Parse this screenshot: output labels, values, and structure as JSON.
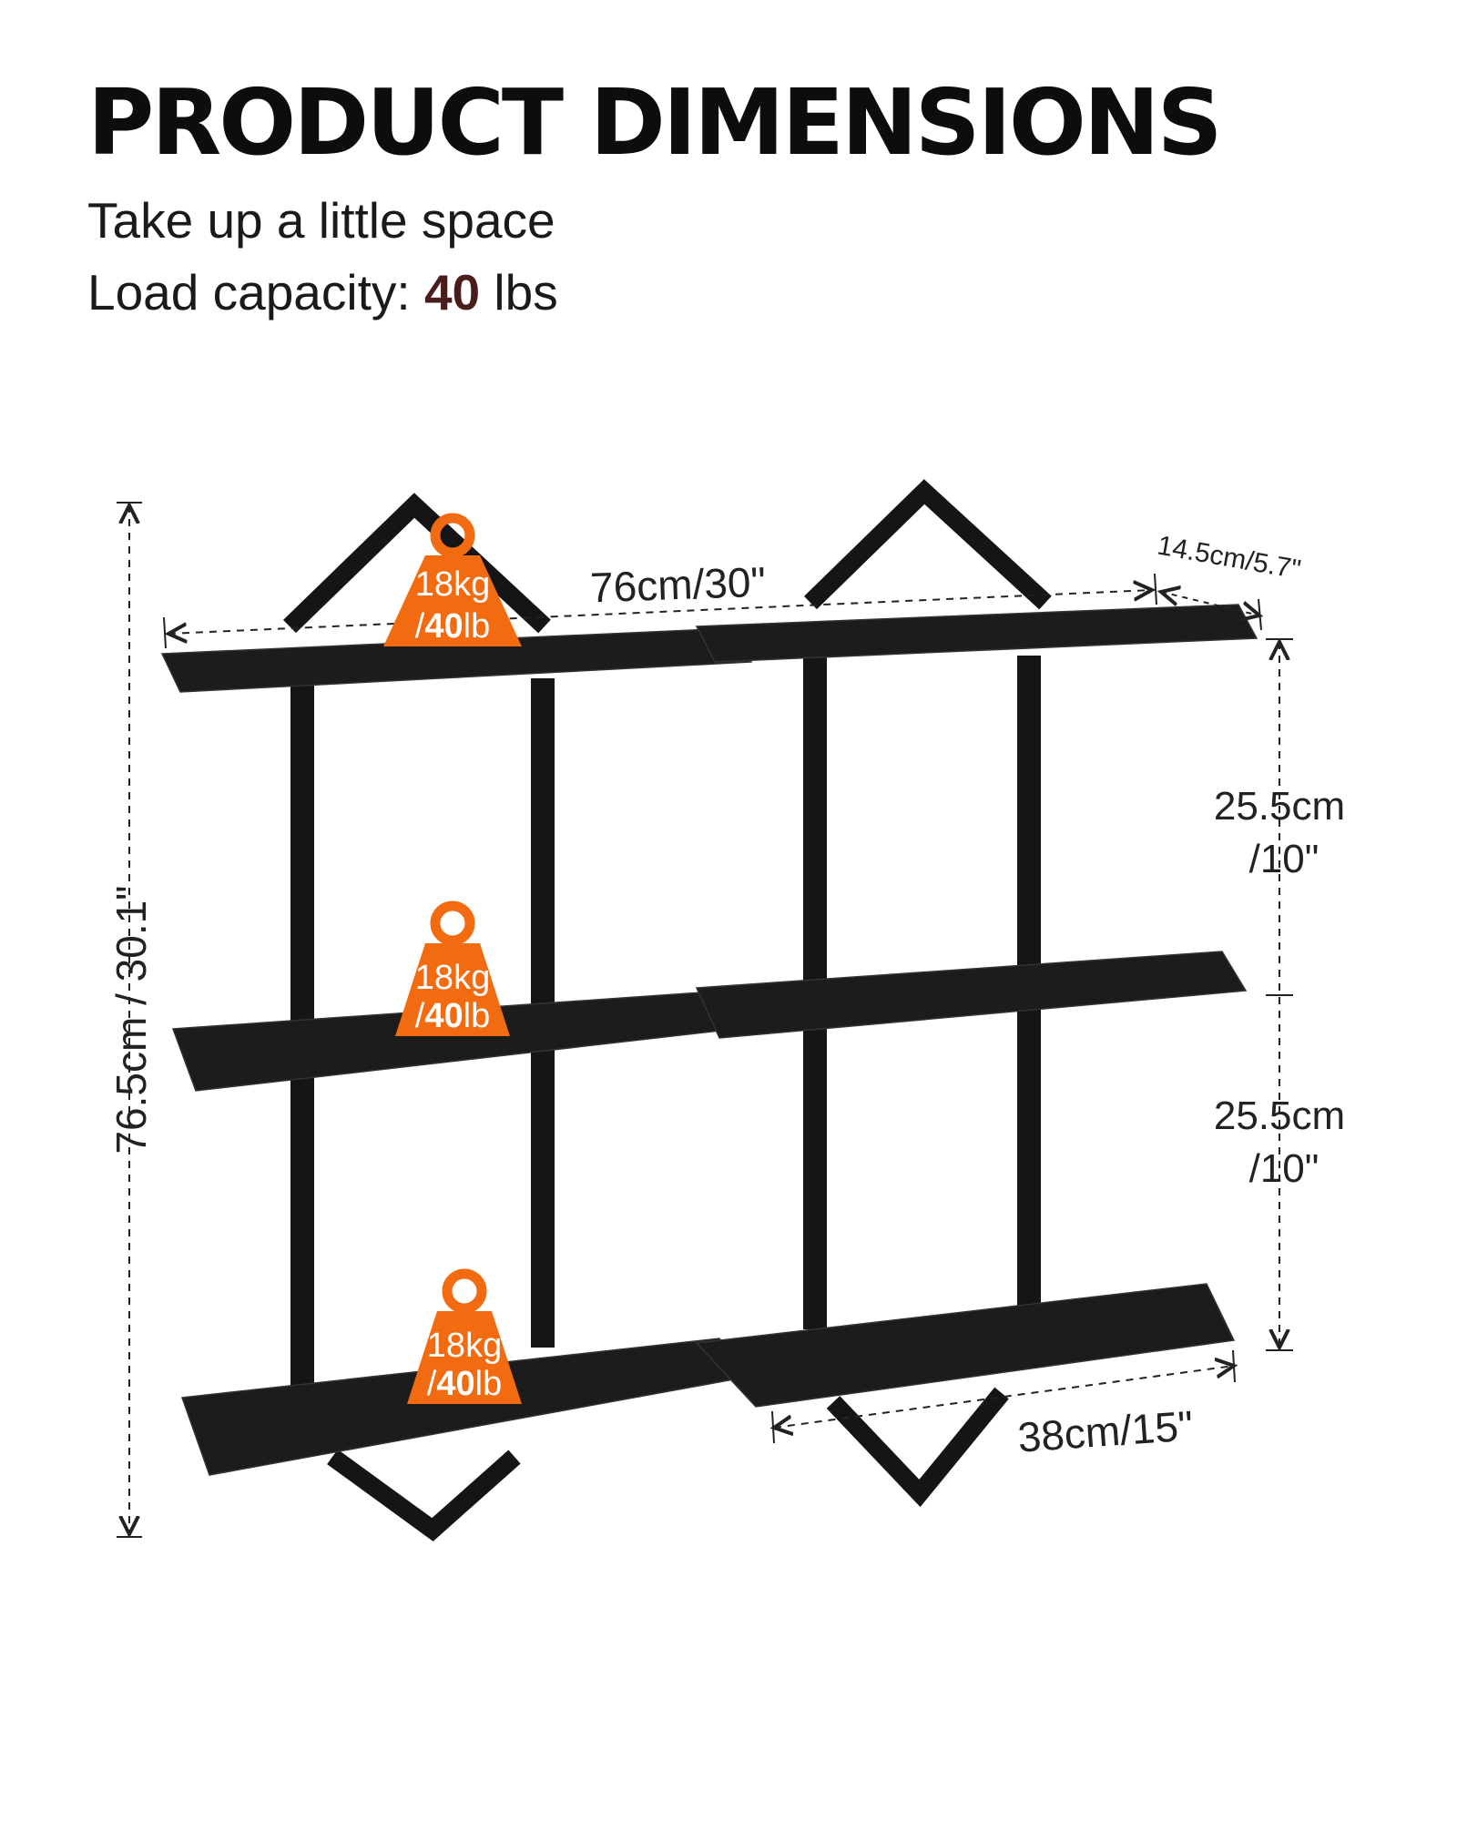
{
  "header": {
    "title": "PRODUCT DIMENSIONS",
    "line1": "Take up a little space",
    "line2_prefix": "Load capacity: ",
    "line2_value": "40",
    "line2_suffix": " lbs"
  },
  "dimensions": {
    "width": "76cm/30\"",
    "depth": "14.5cm/5.7\"",
    "height": "76.5cm / 30.1\"",
    "spacing_top_a": "25.5cm",
    "spacing_top_b": "/10\"",
    "spacing_bottom_a": "25.5cm",
    "spacing_bottom_b": "/10\"",
    "shelf_width": "38cm/15\""
  },
  "weight_badges": [
    {
      "line1": "18kg",
      "prefix": "/",
      "value": "40",
      "unit": "lb"
    },
    {
      "line1": "18kg",
      "prefix": "/",
      "value": "40",
      "unit": "lb"
    },
    {
      "line1": "18kg",
      "prefix": "/",
      "value": "40",
      "unit": "lb"
    }
  ],
  "colors": {
    "badge": "#f26b10",
    "shelf": "#1c1c1c",
    "frame": "#151515",
    "accent": "#4a1d1d"
  }
}
